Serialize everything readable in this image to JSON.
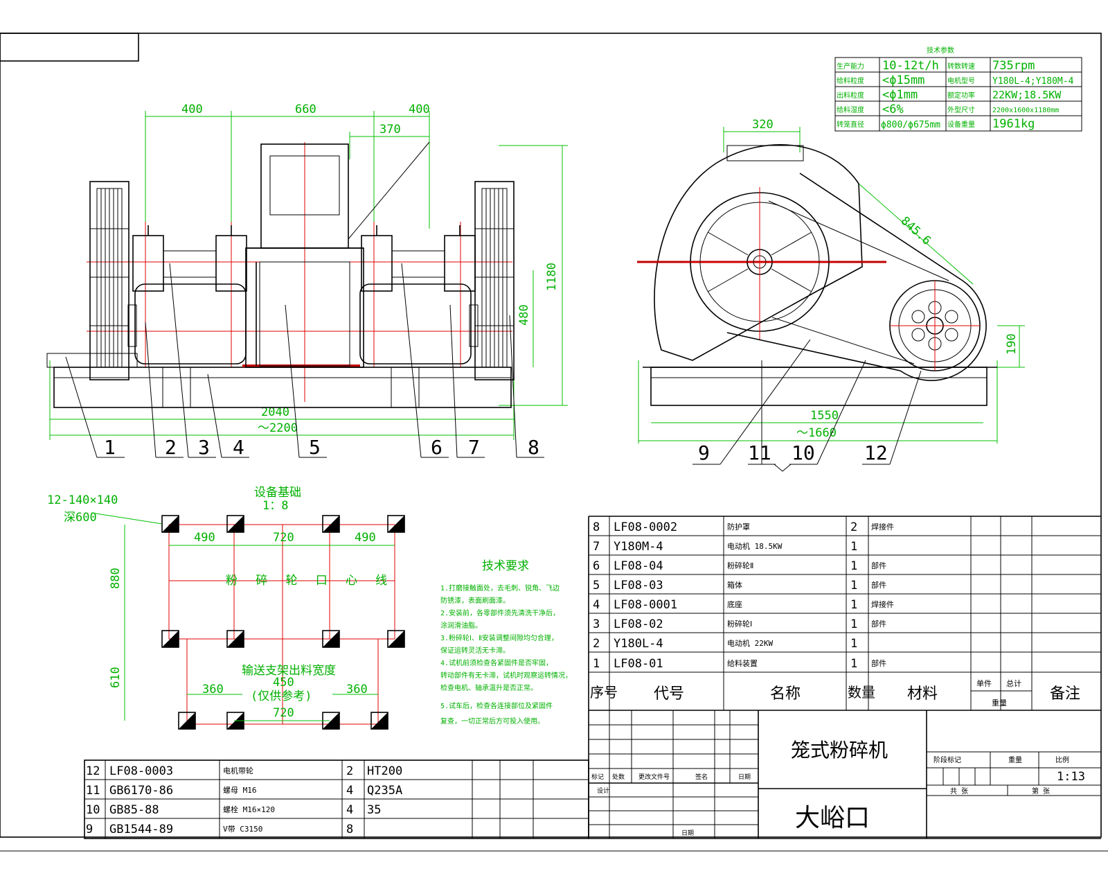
{
  "tech_params": {
    "title": "技术参数",
    "rows": [
      [
        "生产能力",
        "10-12t/h",
        "转数转速",
        "735rpm"
      ],
      [
        "给料粒度",
        "<ϕ15mm",
        "电机型号",
        "Y180L-4;Y180M-4"
      ],
      [
        "出料粒度",
        "<ϕ1mm",
        "额定功率",
        "22KW;18.5KW"
      ],
      [
        "给料湿度",
        "<6%",
        "外型尺寸",
        "2200x1600x1180mm"
      ],
      [
        "转笼直径",
        "ϕ800/ϕ675mm",
        "设备重量",
        "1961kg"
      ]
    ]
  },
  "front_view": {
    "dims": {
      "d400a": "400",
      "d660": "660",
      "d400b": "400",
      "d370": "370",
      "d1180": "1180",
      "d480": "480",
      "d2040": "2040",
      "d2200": "～2200"
    },
    "callouts": [
      "1",
      "2",
      "3",
      "4",
      "5",
      "6",
      "7",
      "8"
    ]
  },
  "side_view": {
    "dims": {
      "d320": "320",
      "d845": "845.6",
      "d190": "190",
      "d1550": "1550",
      "d1660": "～1660"
    },
    "callouts": [
      "9",
      "11",
      "10",
      "12"
    ]
  },
  "foundation": {
    "title": "设备基础",
    "scale": "1：8",
    "anchor_note": "12-140×140",
    "anchor_depth": "深600",
    "d490a": "490",
    "d720a": "720",
    "d490b": "490",
    "d880": "880",
    "d610": "610",
    "center_label": "粉 碎 轮 口 心 线",
    "conveyor_label": "输送支架出料宽度",
    "d450": "450",
    "ref_label": "(仅供参考)",
    "d360a": "360",
    "d360b": "360",
    "d720b": "720"
  },
  "tech_req": {
    "title": "技术要求",
    "lines": [
      "1.打磨接触面处，去毛刺、锐角、飞边",
      "防锈漆，表面刷面漆。",
      "2.安装前，各零部件须先清洗干净后，",
      "涂润滑油脂。",
      "3.粉碎轮Ⅰ、Ⅱ安装调整间隙均匀合理，",
      "保证运转灵活无卡滞。",
      "4.试机前须检查各紧固件是否牢固，",
      "转动部件有无卡滞，试机时观察运转情况，",
      "检查电机、轴承温升是否正常。",
      "5.试车后，检查各连接部位及紧固件",
      "复查，一切正常后方可投入使用。"
    ]
  },
  "bom_upper": {
    "rows": [
      [
        "8",
        "LF08-0002",
        "防护罩",
        "2",
        "焊接件"
      ],
      [
        "7",
        "Y180M-4",
        "电动机  18.5KW",
        "1",
        ""
      ],
      [
        "6",
        "LF08-04",
        "粉碎轮Ⅱ",
        "1",
        "部件"
      ],
      [
        "5",
        "LF08-03",
        "箱体",
        "1",
        "部件"
      ],
      [
        "4",
        "LF08-0001",
        "底座",
        "1",
        "焊接件"
      ],
      [
        "3",
        "LF08-02",
        "粉碎轮Ⅰ",
        "1",
        "部件"
      ],
      [
        "2",
        "Y180L-4",
        "电动机  22KW",
        "1",
        ""
      ],
      [
        "1",
        "LF08-01",
        "给料装置",
        "1",
        "部件"
      ]
    ],
    "header": {
      "no": "序号",
      "code": "代号",
      "name": "名称",
      "qty": "数量",
      "mat": "材料",
      "unit": "单件",
      "total": "总计",
      "weight": "重量",
      "note": "备注"
    }
  },
  "bom_lower": {
    "rows": [
      [
        "12",
        "LF08-0003",
        "电机带轮",
        "2",
        "HT200"
      ],
      [
        "11",
        "GB6170-86",
        "螺母  M16",
        "4",
        "Q235A"
      ],
      [
        "10",
        "GB85-88",
        "螺栓  M16×120",
        "4",
        "35"
      ],
      [
        "9",
        "GB1544-89",
        "V带  C3150",
        "8",
        ""
      ]
    ]
  },
  "title_block": {
    "product": "笼式粉碎机",
    "company": "大峪口",
    "scale": "1:13",
    "stage_label": "阶段标记",
    "weight_label": "重量",
    "scale_label": "比例",
    "sheets": "共   张",
    "sheet_no": "第   张",
    "rev_headers": [
      "标记",
      "处数",
      "更改文件号",
      "签名",
      "日期"
    ],
    "roles": [
      "设计",
      "日期"
    ]
  }
}
